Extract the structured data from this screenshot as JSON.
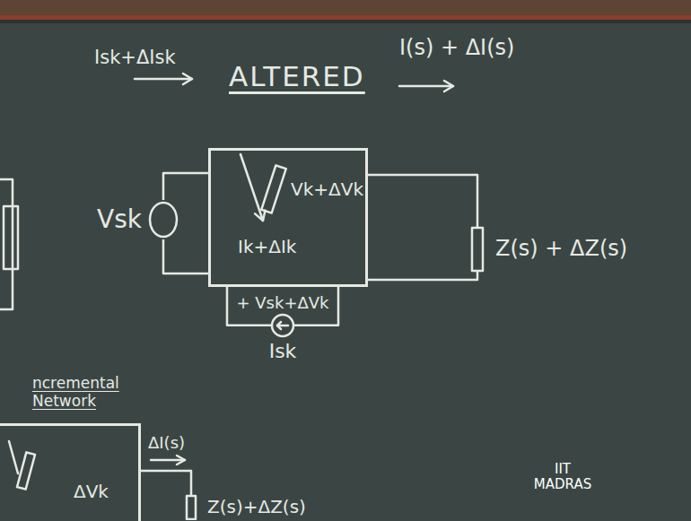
{
  "diagram": {
    "title": "ALTERED",
    "nodes": [
      {
        "text": [
          "Vsk"
        ]
      },
      {
        "text": [
          "Ik+ΔIk"
        ]
      },
      {
        "text": [
          "Vk+ΔVk"
        ],
        "in": 1
      },
      {
        "text": [
          "Z(s) + ΔZ(s)"
        ]
      },
      {
        "text": [
          "+ Vsk+ΔVk",
          "Isk"
        ]
      },
      {
        "text": [
          "ΔVk"
        ]
      },
      {
        "text": [
          "Z(s)+ΔZ(s)"
        ]
      }
    ],
    "edges": [
      {
        "from": 0,
        "to": 1,
        "arrow": "none"
      },
      {
        "from": 1,
        "to": 3,
        "arrow": "none"
      },
      {
        "from": 1,
        "to": 4,
        "arrow": "none"
      },
      {
        "from": 5,
        "to": 6,
        "arrow": "none"
      }
    ],
    "labels": [
      "Isk+ΔIsk",
      "I(s) + ΔI(s)",
      "ncremental Network",
      "ΔI(s)",
      "IIT MADRAS"
    ]
  }
}
